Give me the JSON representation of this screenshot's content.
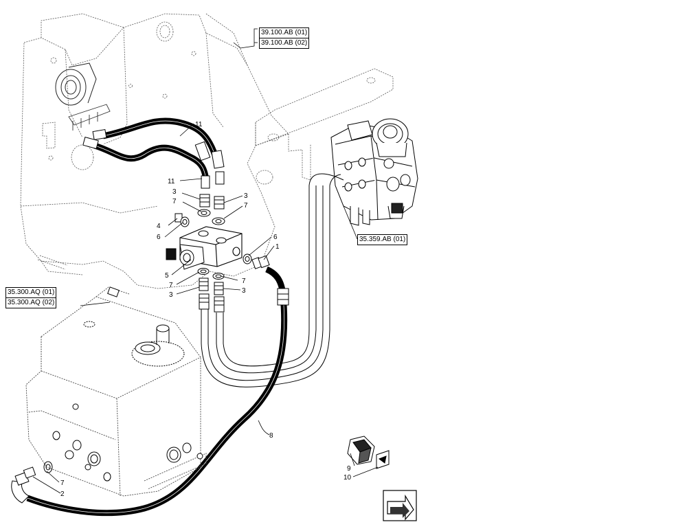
{
  "references": {
    "ref_39_100_ab_01": "39.100.AB (01)",
    "ref_39_100_ab_02": "39.100.AB (02)",
    "ref_35_359_ab_01": "35.359.AB (01)",
    "ref_35_300_aq_01": "35.300.AQ (01)",
    "ref_35_300_aq_02": "35.300.AQ (02)"
  },
  "callouts": {
    "c1": "1",
    "c2": "2",
    "c3a": "3",
    "c3b": "3",
    "c3c": "3",
    "c3d": "3",
    "c4": "4",
    "c5": "5",
    "c6a": "6",
    "c6b": "6",
    "c7a": "7",
    "c7b": "7",
    "c7c": "7",
    "c7d": "7",
    "c7e": "7",
    "c8": "8",
    "c9": "9",
    "c10": "10",
    "c11a": "11",
    "c11b": "11"
  },
  "colors": {
    "line": "#000000",
    "ghost": "#444444",
    "fill": "#ffffff"
  },
  "icons": {
    "navigation": "next-page-arrow-icon",
    "switch": "rocker-switch-icon"
  }
}
